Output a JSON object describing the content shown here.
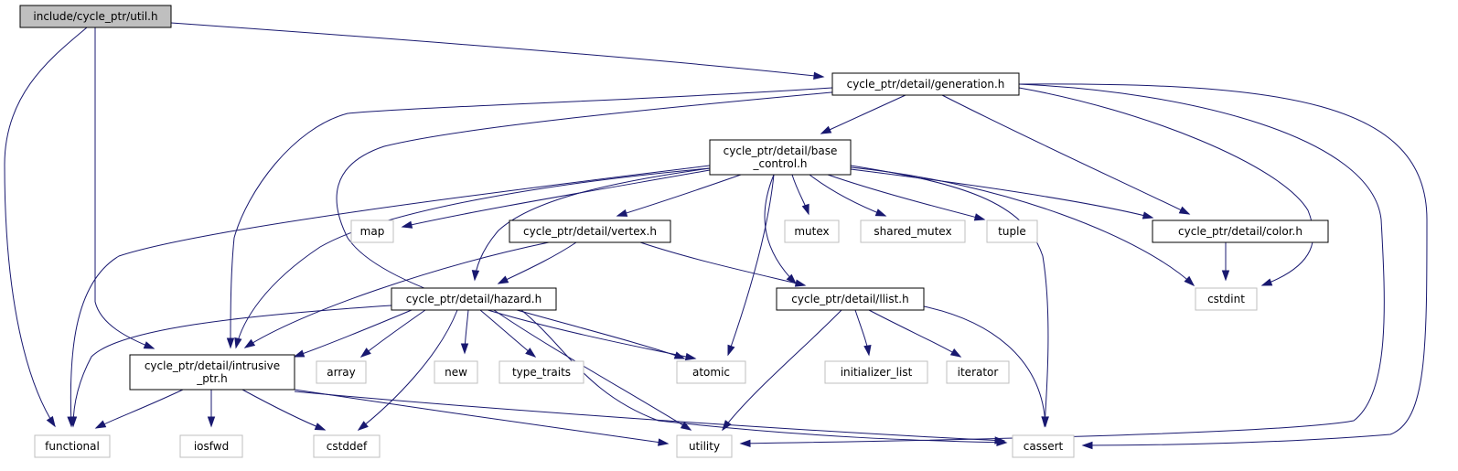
{
  "colors": {
    "edge": "#191970",
    "root_fill": "#bfbfbf",
    "root_border": "#000000",
    "documented_border": "#000000",
    "system_border": "#bfbfbf",
    "system_text": "#7f7f7f"
  },
  "nodes": [
    {
      "id": "util",
      "kind": "root",
      "lines": [
        "include/cycle_ptr/util.h"
      ]
    },
    {
      "id": "generation",
      "kind": "documented",
      "lines": [
        "cycle_ptr/detail/generation.h"
      ]
    },
    {
      "id": "base_control",
      "kind": "documented",
      "lines": [
        "cycle_ptr/detail/base",
        "_control.h"
      ]
    },
    {
      "id": "vertex",
      "kind": "documented",
      "lines": [
        "cycle_ptr/detail/vertex.h"
      ]
    },
    {
      "id": "color",
      "kind": "documented",
      "lines": [
        "cycle_ptr/detail/color.h"
      ]
    },
    {
      "id": "hazard",
      "kind": "documented",
      "lines": [
        "cycle_ptr/detail/hazard.h"
      ]
    },
    {
      "id": "llist",
      "kind": "documented",
      "lines": [
        "cycle_ptr/detail/llist.h"
      ]
    },
    {
      "id": "intrusive_ptr",
      "kind": "documented",
      "lines": [
        "cycle_ptr/detail/intrusive",
        "_ptr.h"
      ]
    },
    {
      "id": "map",
      "kind": "system",
      "lines": [
        "map"
      ]
    },
    {
      "id": "mutex",
      "kind": "system",
      "lines": [
        "mutex"
      ]
    },
    {
      "id": "shared_mutex",
      "kind": "system",
      "lines": [
        "shared_mutex"
      ]
    },
    {
      "id": "tuple",
      "kind": "system",
      "lines": [
        "tuple"
      ]
    },
    {
      "id": "cstdint",
      "kind": "system",
      "lines": [
        "cstdint"
      ]
    },
    {
      "id": "array",
      "kind": "system",
      "lines": [
        "array"
      ]
    },
    {
      "id": "new",
      "kind": "system",
      "lines": [
        "new"
      ]
    },
    {
      "id": "type_traits",
      "kind": "system",
      "lines": [
        "type_traits"
      ]
    },
    {
      "id": "atomic",
      "kind": "system",
      "lines": [
        "atomic"
      ]
    },
    {
      "id": "initializer_list",
      "kind": "system",
      "lines": [
        "initializer_list"
      ]
    },
    {
      "id": "iterator",
      "kind": "system",
      "lines": [
        "iterator"
      ]
    },
    {
      "id": "functional",
      "kind": "system",
      "lines": [
        "functional"
      ]
    },
    {
      "id": "iosfwd",
      "kind": "system",
      "lines": [
        "iosfwd"
      ]
    },
    {
      "id": "cstddef",
      "kind": "system",
      "lines": [
        "cstddef"
      ]
    },
    {
      "id": "utility",
      "kind": "system",
      "lines": [
        "utility"
      ]
    },
    {
      "id": "cassert",
      "kind": "system",
      "lines": [
        "cassert"
      ]
    }
  ],
  "edges": [
    {
      "from": "util",
      "to": "generation"
    },
    {
      "from": "util",
      "to": "functional"
    },
    {
      "from": "util",
      "to": "intrusive_ptr"
    },
    {
      "from": "generation",
      "to": "base_control"
    },
    {
      "from": "generation",
      "to": "intrusive_ptr"
    },
    {
      "from": "generation",
      "to": "atomic"
    },
    {
      "from": "generation",
      "to": "color"
    },
    {
      "from": "generation",
      "to": "cstdint"
    },
    {
      "from": "generation",
      "to": "utility"
    },
    {
      "from": "generation",
      "to": "cassert"
    },
    {
      "from": "base_control",
      "to": "functional"
    },
    {
      "from": "base_control",
      "to": "map"
    },
    {
      "from": "base_control",
      "to": "intrusive_ptr"
    },
    {
      "from": "base_control",
      "to": "hazard"
    },
    {
      "from": "base_control",
      "to": "vertex"
    },
    {
      "from": "base_control",
      "to": "atomic"
    },
    {
      "from": "base_control",
      "to": "llist"
    },
    {
      "from": "base_control",
      "to": "mutex"
    },
    {
      "from": "base_control",
      "to": "shared_mutex"
    },
    {
      "from": "base_control",
      "to": "tuple"
    },
    {
      "from": "base_control",
      "to": "color"
    },
    {
      "from": "base_control",
      "to": "cstdint"
    },
    {
      "from": "base_control",
      "to": "cassert"
    },
    {
      "from": "vertex",
      "to": "intrusive_ptr"
    },
    {
      "from": "vertex",
      "to": "hazard"
    },
    {
      "from": "vertex",
      "to": "llist"
    },
    {
      "from": "color",
      "to": "cstdint"
    },
    {
      "from": "hazard",
      "to": "functional"
    },
    {
      "from": "hazard",
      "to": "intrusive_ptr"
    },
    {
      "from": "hazard",
      "to": "array"
    },
    {
      "from": "hazard",
      "to": "cstddef"
    },
    {
      "from": "hazard",
      "to": "new"
    },
    {
      "from": "hazard",
      "to": "type_traits"
    },
    {
      "from": "hazard",
      "to": "utility"
    },
    {
      "from": "hazard",
      "to": "atomic"
    },
    {
      "from": "hazard",
      "to": "cassert"
    },
    {
      "from": "llist",
      "to": "utility"
    },
    {
      "from": "llist",
      "to": "initializer_list"
    },
    {
      "from": "llist",
      "to": "iterator"
    },
    {
      "from": "llist",
      "to": "cassert"
    },
    {
      "from": "intrusive_ptr",
      "to": "functional"
    },
    {
      "from": "intrusive_ptr",
      "to": "iosfwd"
    },
    {
      "from": "intrusive_ptr",
      "to": "cstddef"
    },
    {
      "from": "intrusive_ptr",
      "to": "utility"
    },
    {
      "from": "intrusive_ptr",
      "to": "cassert"
    }
  ]
}
